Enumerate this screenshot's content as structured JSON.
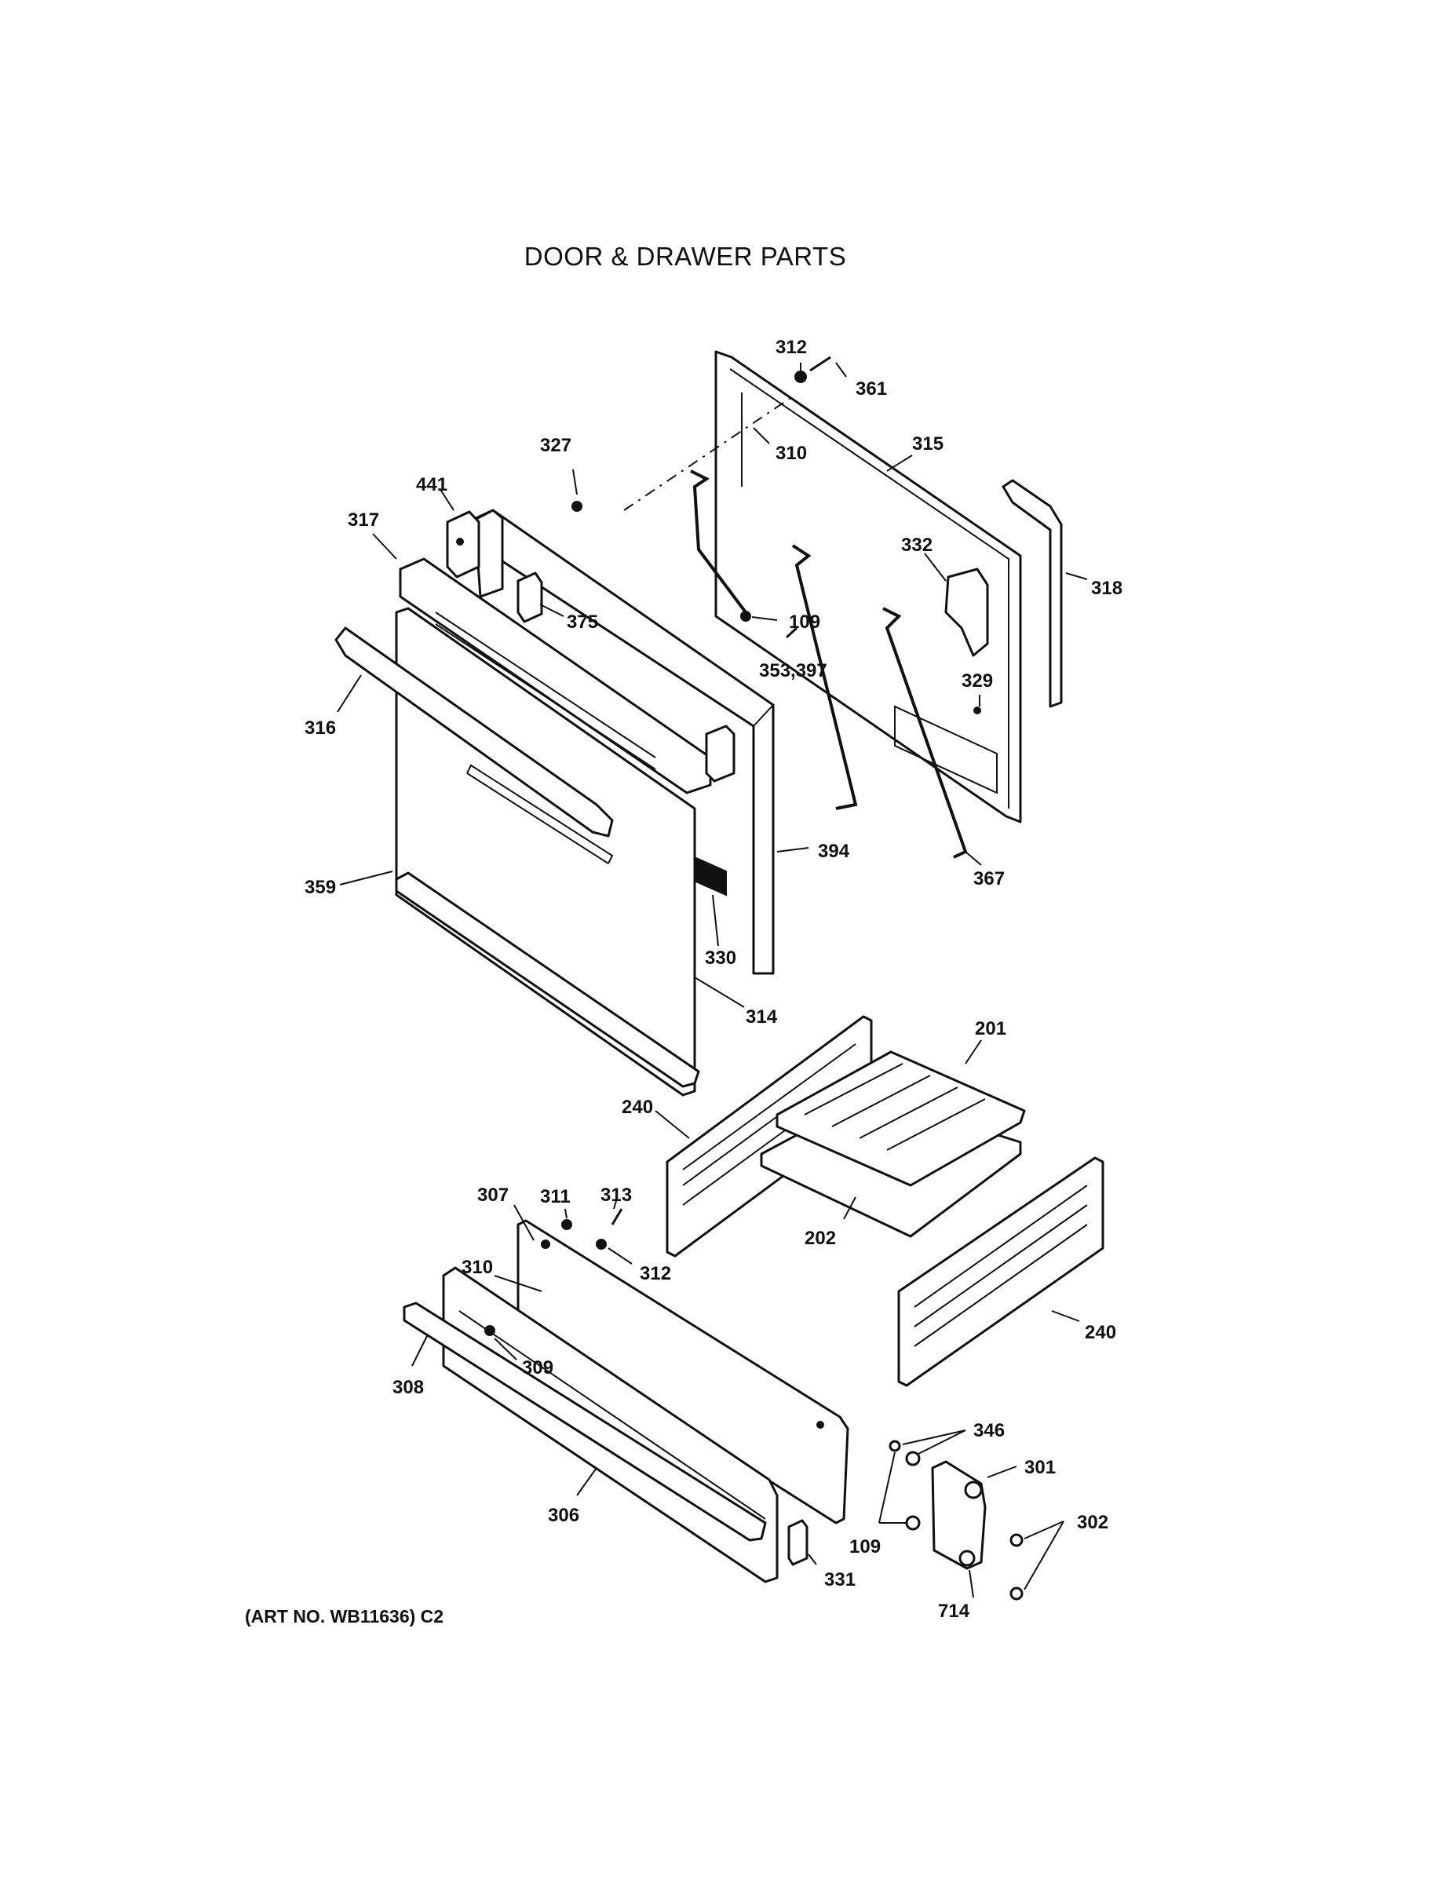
{
  "title": "DOOR & DRAWER PARTS",
  "art_note": "(ART NO. WB11636) C2",
  "callouts": {
    "c312a": "312",
    "c361": "361",
    "c310a": "310",
    "c315": "315",
    "c327": "327",
    "c441": "441",
    "c317": "317",
    "c375": "375",
    "c109a": "109",
    "c353": "353,397",
    "c332": "332",
    "c318": "318",
    "c329": "329",
    "c316": "316",
    "c394": "394",
    "c367": "367",
    "c359": "359",
    "c330": "330",
    "c314": "314",
    "c201": "201",
    "c240a": "240",
    "c307": "307",
    "c311": "311",
    "c313": "313",
    "c312b": "312",
    "c202": "202",
    "c310b": "310",
    "c309": "309",
    "c308": "308",
    "c240b": "240",
    "c346": "346",
    "c301": "301",
    "c306": "306",
    "c302": "302",
    "c109b": "109",
    "c331": "331",
    "c714": "714"
  }
}
